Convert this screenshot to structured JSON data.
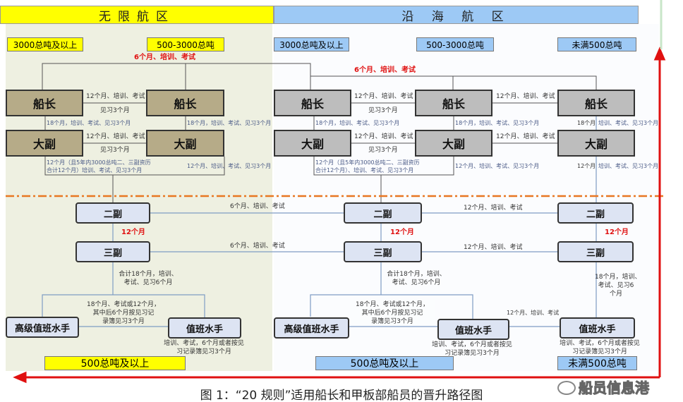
{
  "header": {
    "unlimited": "无限航区",
    "coastal": "沿 海 航 区"
  },
  "tonnage": {
    "u1": "3000总吨及以上",
    "u2": "500-3000总吨",
    "c1": "3000总吨及以上",
    "c2": "500-3000总吨",
    "c3": "未满500总吨"
  },
  "ranks": {
    "captain": "船长",
    "chief_mate": "大副",
    "second_mate": "二副",
    "third_mate": "三副",
    "senior_rating": "高级值班水手",
    "rating": "值班水手"
  },
  "labels": {
    "red_6m": "6个月、培训、考试",
    "red_12m": "12个月",
    "m12_train_exam": "12个月、培训、考试",
    "intern3": "见习3个月",
    "m18_full": "18个月，培训、考试、见习3个月",
    "m18": "18个月",
    "train_exam_intern3": "培训、考试、见习3个月",
    "m12_full": "12个月、培训、考试、见习3个月",
    "m12": "12个月",
    "cm_left_1": "12个月（且5年内3000总吨二、三副资历",
    "cm_left_2": "合计12个月）培训、考试、见习3个月",
    "cm_right_1": "12个月（且5年内3000总吨二、三副资历",
    "cm_right_2": "合计12个月）、培训、考试、见习3个月",
    "m6_train_exam": "6个月、培训、考试",
    "sum18_1": "合计18个月，培训、",
    "sum18_2": "考试、见习6个月",
    "m18b_1": "18个月，培训、",
    "m18b_2": "考试、见习6",
    "m18b_3": "个月",
    "senior_1": "18个月、考试或12个月，",
    "senior_2": "其中后6个月按见习记",
    "senior_3": "录簿见习3个月",
    "rating_1": "培训、考试，6个月或者按见",
    "rating_2": "习记录簿见习3个月"
  },
  "bottom": {
    "b1": "500总吨及以上",
    "b2": "500总吨及以上",
    "b3": "未满500总吨"
  },
  "watermark": "船员信息港",
  "caption": "图 1：“20 规则”适用船长和甲板部船员的晋升路径图",
  "colors": {
    "red": "#e01010",
    "orange_dash": "#e87722",
    "yellow": "#ffff00",
    "blue": "#9dc9f5"
  }
}
